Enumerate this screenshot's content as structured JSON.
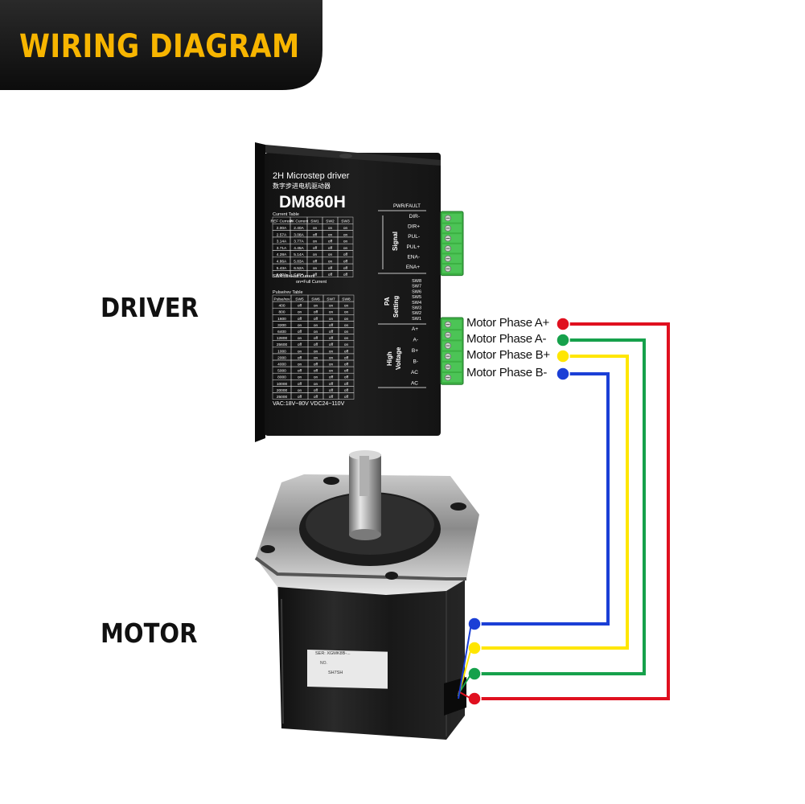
{
  "banner": {
    "title": "WIRING DIAGRAM"
  },
  "labels": {
    "driver": "DRIVER",
    "motor": "MOTOR"
  },
  "driver": {
    "subtitle": "2H Microstep driver",
    "subtitle_cn": "数字步进电机驱动器",
    "model": "DM860H",
    "current_table": {
      "title": "Current Table",
      "headers": [
        "REF Current",
        "PK Current",
        "SW1",
        "SW2",
        "SW3"
      ],
      "rows": [
        [
          "2.00A",
          "2.40A",
          "on",
          "on",
          "on"
        ],
        [
          "2.57A",
          "3.08A",
          "off",
          "on",
          "on"
        ],
        [
          "3.14A",
          "3.77A",
          "on",
          "off",
          "on"
        ],
        [
          "3.71A",
          "4.45A",
          "off",
          "off",
          "on"
        ],
        [
          "4.28A",
          "5.14A",
          "on",
          "on",
          "off"
        ],
        [
          "4.86A",
          "5.83A",
          "off",
          "on",
          "off"
        ],
        [
          "5.43A",
          "6.52A",
          "on",
          "off",
          "off"
        ],
        [
          "6.00A",
          "7.20A",
          "off",
          "off",
          "off"
        ]
      ],
      "note_1": "SW4:off=Half Current",
      "note_2": "on=Full Current"
    },
    "pulse_table": {
      "title": "Pulse/rev Table",
      "headers": [
        "Pulse/rev",
        "SW5",
        "SW6",
        "SW7",
        "SW8"
      ],
      "rows": [
        [
          "400",
          "off",
          "on",
          "on",
          "on"
        ],
        [
          "800",
          "on",
          "off",
          "on",
          "on"
        ],
        [
          "1600",
          "off",
          "off",
          "on",
          "on"
        ],
        [
          "3200",
          "on",
          "on",
          "off",
          "on"
        ],
        [
          "6400",
          "off",
          "on",
          "off",
          "on"
        ],
        [
          "12800",
          "on",
          "off",
          "off",
          "on"
        ],
        [
          "25600",
          "off",
          "off",
          "off",
          "on"
        ],
        [
          "1000",
          "on",
          "on",
          "on",
          "off"
        ],
        [
          "2000",
          "off",
          "on",
          "on",
          "off"
        ],
        [
          "4000",
          "on",
          "off",
          "on",
          "off"
        ],
        [
          "5000",
          "off",
          "off",
          "on",
          "off"
        ],
        [
          "8000",
          "on",
          "on",
          "off",
          "off"
        ],
        [
          "10000",
          "off",
          "on",
          "off",
          "off"
        ],
        [
          "20000",
          "on",
          "off",
          "off",
          "off"
        ],
        [
          "25000",
          "off",
          "off",
          "off",
          "off"
        ]
      ]
    },
    "voltage": "VAC:18V~80V  VDC24~110V",
    "pwr_fault": "PWR/FAULT",
    "signal_section": "Signal",
    "signal_pins": [
      "DIR-",
      "DIR+",
      "PUL-",
      "PUL+",
      "ENA-",
      "ENA+"
    ],
    "pa_section_1": "PA",
    "pa_section_2": "Setting",
    "switches": [
      "SW8",
      "SW7",
      "SW6",
      "SW5",
      "SW4",
      "SW3",
      "SW2",
      "SW1"
    ],
    "hv_section_1": "High",
    "hv_section_2": "Voltage",
    "hv_pins": [
      "A+",
      "A-",
      "B+",
      "B-",
      "AC",
      "AC"
    ]
  },
  "motor": {
    "sticker_line1": "SER: XGMK8B-...",
    "sticker_line2": "NO.",
    "sticker_line3": "SH7SH"
  },
  "wires": [
    {
      "label": "Motor Phase A+",
      "color": "#e0101f"
    },
    {
      "label": "Motor Phase A-",
      "color": "#16a14b"
    },
    {
      "label": "Motor Phase B+",
      "color": "#ffe600"
    },
    {
      "label": "Motor Phase B-",
      "color": "#1b3fd6"
    }
  ],
  "colors": {
    "banner_bg": "#151515",
    "banner_text": "#f7b500",
    "terminal_green": "#3cb043"
  }
}
